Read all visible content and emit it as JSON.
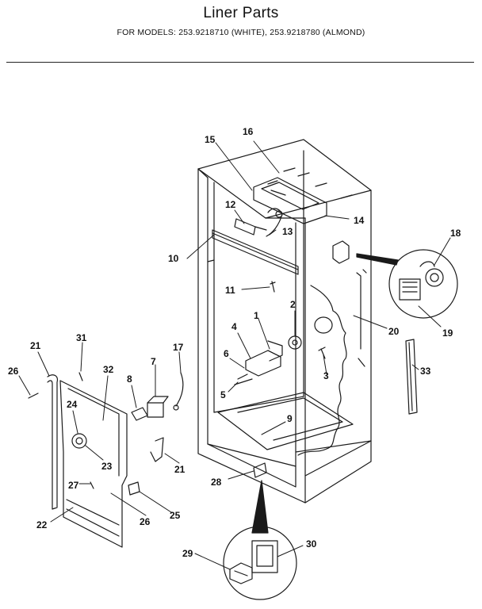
{
  "header": {
    "title": "Liner Parts",
    "subtitle": "FOR MODELS:  253.9218710 (WHITE), 253.9218780 (ALMOND)"
  },
  "callouts": [
    "15",
    "16",
    "12",
    "13",
    "14",
    "10",
    "11",
    "18",
    "19",
    "20",
    "1",
    "2",
    "4",
    "6",
    "3",
    "5",
    "9",
    "33",
    "17",
    "7",
    "8",
    "31",
    "32",
    "21",
    "26",
    "24",
    "23",
    "21",
    "27",
    "25",
    "26",
    "22",
    "28",
    "30",
    "29"
  ],
  "colors": {
    "line": "#1a1a1a",
    "background": "#ffffff"
  }
}
